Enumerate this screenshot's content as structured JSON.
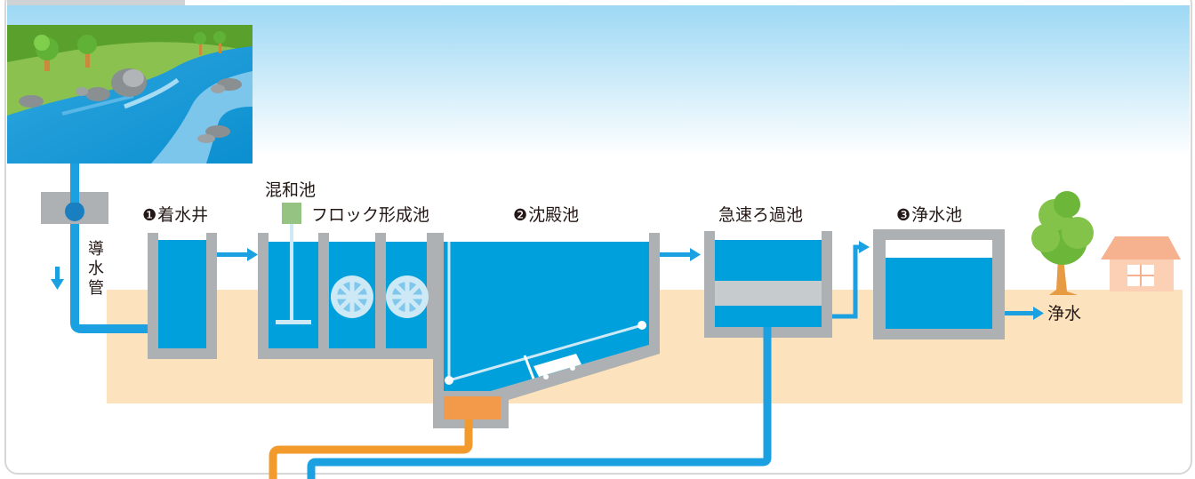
{
  "labels": {
    "receiving_well": {
      "marker": "❶",
      "text": "着水井"
    },
    "mixing_basin": {
      "text": "混和池"
    },
    "floc_basin": {
      "text": "フロック形成池"
    },
    "sedimentation": {
      "marker": "❷",
      "text": "沈殿池"
    },
    "rapid_filter": {
      "text": "急速ろ過池"
    },
    "clear_well": {
      "marker": "❸",
      "text": "浄水池"
    },
    "conduit": {
      "text": "導水管",
      "chars": [
        "導",
        "水",
        "管"
      ]
    },
    "clean_water": {
      "text": "浄水"
    }
  },
  "colors": {
    "water": "#00a0dc",
    "wall": "#aeb1b3",
    "ground": "#fde3bd",
    "sludge": "#f29a4a",
    "sky": "#b3e2f7",
    "pipe": "#1ba1e2",
    "tree": "#84c34a",
    "house": "#f6b28e"
  },
  "icons": [
    "river-scene",
    "valve-icon",
    "arrow-down-icon",
    "mixer-icon",
    "agitator-icon",
    "sludge-collector-icon",
    "tree-icon",
    "house-icon"
  ]
}
